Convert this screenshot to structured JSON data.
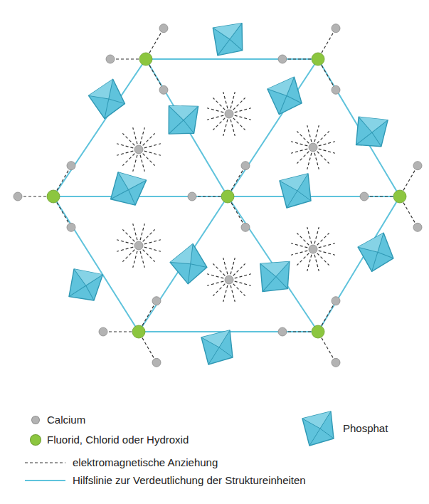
{
  "diagram": {
    "legend": [
      {
        "text": "Calcium",
        "color": "#b3b3b3"
      },
      {
        "text": "Fluorid, Chlorid oder Hydroxid",
        "color": "#8cc63f"
      },
      {
        "text": "Phosphat"
      },
      {
        "text": "elektromagnetische Anziehung"
      },
      {
        "text": "Hilfslinie zur Verdeutlichung der Struktureinheiten"
      }
    ]
  }
}
